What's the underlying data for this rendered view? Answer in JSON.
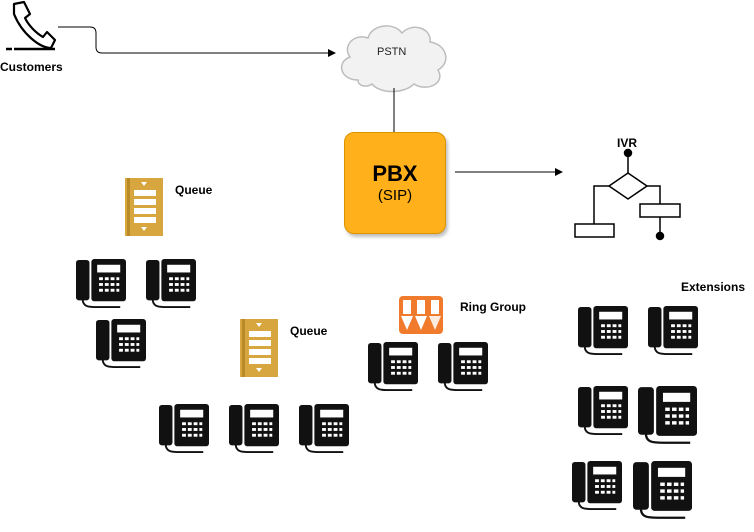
{
  "nodes": {
    "customers": "Customers",
    "pstn": "PSTN",
    "pbx_title": "PBX",
    "pbx_sub": "(SIP)",
    "ivr": "IVR",
    "queue_1": "Queue",
    "queue_2": "Queue",
    "ring_group": "Ring Group",
    "extensions": "Extensions"
  },
  "colors": {
    "pbx_fill": "#ffb01a",
    "queue_icon": "#d7a63e",
    "ring_group_icon": "#f07b2c",
    "phone": "#111111"
  },
  "icons": [
    "phone-handset-icon",
    "cloud-icon",
    "queue-icon",
    "ring-group-icon",
    "ivr-flowchart-icon",
    "desk-phone-icon"
  ]
}
